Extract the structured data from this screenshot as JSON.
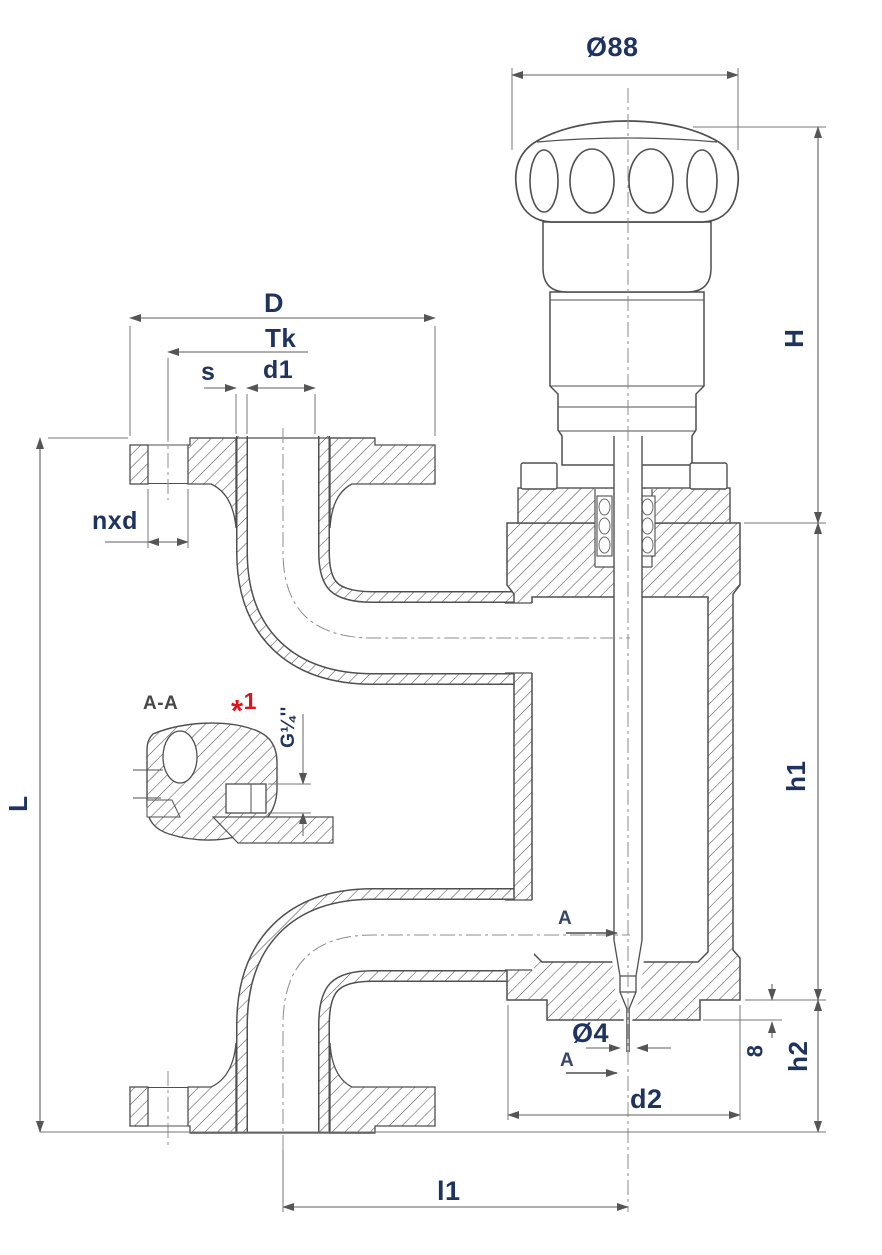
{
  "drawing": {
    "type": "valve-cross-section-technical-drawing",
    "labels": {
      "dia88": "Ø88",
      "D": "D",
      "Tk": "Tk",
      "s": "s",
      "d1": "d1",
      "nxd": "nxd",
      "L": "L",
      "H": "H",
      "h1": "h1",
      "h2": "h2",
      "depth8": "8",
      "dia4": "Ø4",
      "d2": "d2",
      "l1": "l1",
      "section_title": "A-A",
      "cut_arrow": "A",
      "note_star": "*",
      "note_num": "1",
      "thread": "G¼''"
    },
    "colors": {
      "line": "#4f4f4f",
      "dim_line": "#5f5f5f",
      "text": "#1e3360",
      "note_red": "#e0131f"
    }
  }
}
